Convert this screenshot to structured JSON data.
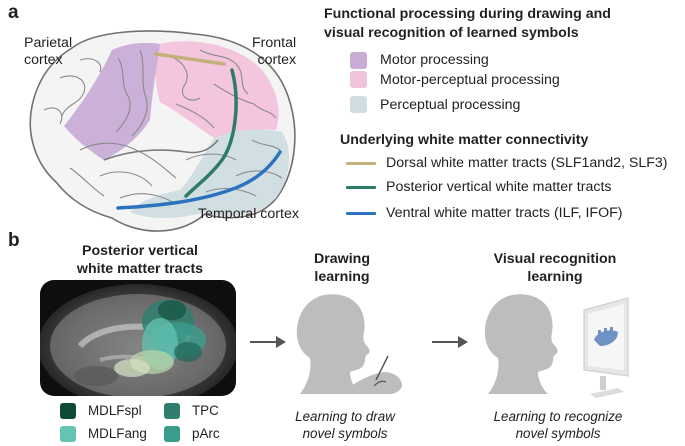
{
  "panel_a": {
    "letter": "a",
    "labels": {
      "parietal_line1": "Parietal",
      "parietal_line2": "cortex",
      "frontal_line1": "Frontal",
      "frontal_line2": "cortex",
      "temporal": "Temporal cortex"
    },
    "functional_title_line1": "Functional processing during drawing and",
    "functional_title_line2": "visual recognition of learned symbols",
    "functional_items": [
      {
        "label": "Motor processing",
        "color": "#c8acd6"
      },
      {
        "label": "Motor-perceptual processing",
        "color": "#f2c3dc"
      },
      {
        "label": "Perceptual processing",
        "color": "#cfdde2"
      }
    ],
    "connectivity_title": "Underlying white matter connectivity",
    "connectivity_items": [
      {
        "label": "Dorsal white matter tracts (SLF1and2, SLF3)",
        "color": "#c4b07d"
      },
      {
        "label": "Posterior vertical white matter tracts",
        "color": "#2e7b68"
      },
      {
        "label": "Ventral white matter tracts (ILF, IFOF)",
        "color": "#2c73be"
      }
    ]
  },
  "panel_b": {
    "letter": "b",
    "mri_title_line1": "Posterior vertical",
    "mri_title_line2": "white matter tracts",
    "legend": [
      {
        "label": "MDLFspl",
        "color": "#0f4a36"
      },
      {
        "label": "TPC",
        "color": "#2f7e70"
      },
      {
        "label": "MDLFang",
        "color": "#64c3b3"
      },
      {
        "label": "pArc",
        "color": "#3b9d8e"
      }
    ],
    "drawing_title_line1": "Drawing",
    "drawing_title_line2": "learning",
    "drawing_caption_line1": "Learning to draw",
    "drawing_caption_line2": "novel symbols",
    "visual_title_line1": "Visual recognition",
    "visual_title_line2": "learning",
    "visual_caption_line1": "Learning to recognize",
    "visual_caption_line2": "novel symbols"
  }
}
